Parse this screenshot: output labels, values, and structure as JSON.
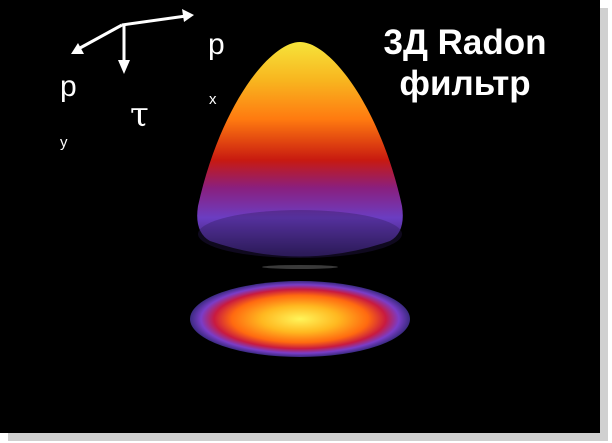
{
  "title": {
    "line1": "3Д Radon",
    "line2": "фильтр"
  },
  "axes": {
    "px_main": "p",
    "px_sub": "x",
    "py_main": "p",
    "py_sub": "y",
    "tau": "τ"
  },
  "colors": {
    "background": "#000000",
    "surface_top": "#f6e43a",
    "surface_mid": "#ff7a10",
    "surface_red": "#c81a10",
    "surface_purple": "#6b3dc2",
    "surface_base": "#2a1a55"
  }
}
